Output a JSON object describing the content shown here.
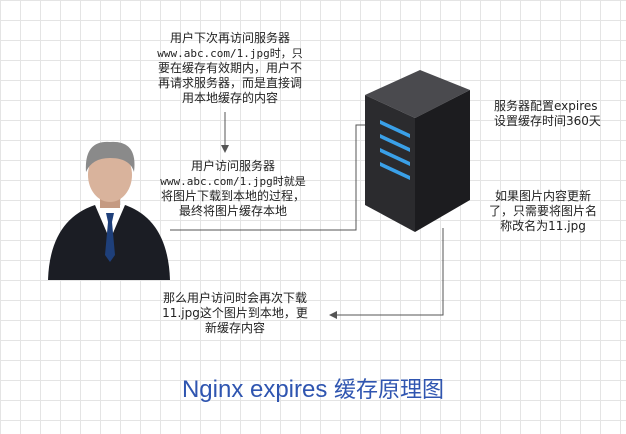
{
  "texts": {
    "revisit": [
      "用户下次再访问服务器",
      "www.abc.com/1.jpg时，只",
      "要在缓存有效期内，用户不",
      "再请求服务器，而是直接调",
      "用本地缓存的内容"
    ],
    "first_visit": [
      "用户访问服务器",
      "www.abc.com/1.jpg时就是",
      "将图片下载到本地的过程，",
      "最终将图片缓存本地"
    ],
    "server_config": [
      "服务器配置expires",
      "设置缓存时间360天"
    ],
    "rename": [
      "如果图片内容更新",
      "了，只需要将图片名",
      "称改名为11.jpg"
    ],
    "redownload": [
      "那么用户访问时会再次下载",
      "11.jpg这个图片到本地，更",
      "新缓存内容"
    ]
  },
  "title": {
    "latin": "Nginx expires",
    "cjk": "缓存原理图"
  },
  "colors": {
    "title": "#2f55b0",
    "line": "#555555",
    "server_led": "#3aa0e8"
  },
  "icons": {
    "user": "businessman-avatar-icon",
    "server": "server-tower-icon"
  }
}
